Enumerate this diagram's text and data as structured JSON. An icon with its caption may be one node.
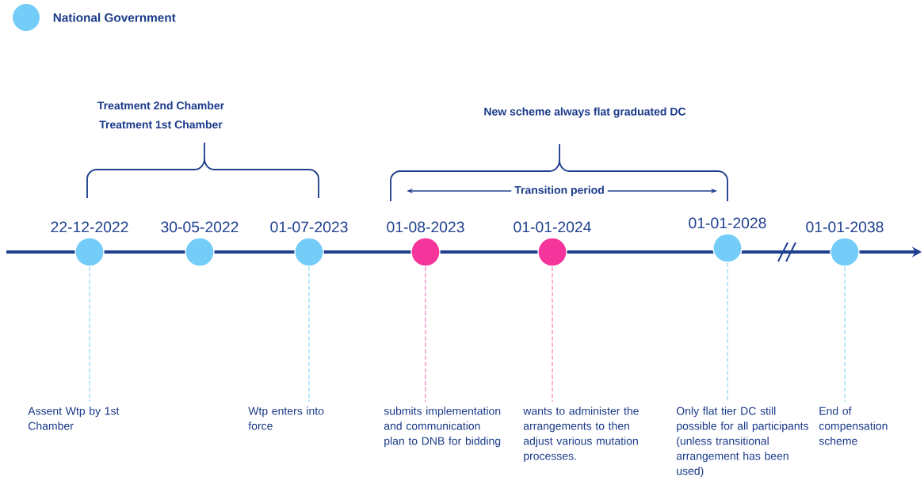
{
  "diagram": {
    "nodes": [
      {
        "text": [
          "22-12-2022"
        ]
      },
      {
        "text": [
          "30-05-2022"
        ]
      },
      {
        "text": [
          "01-07-2023"
        ]
      },
      {
        "text": [
          "01-08-2023"
        ]
      },
      {
        "text": [
          "01-01-2024"
        ]
      },
      {
        "text": [
          "01-01-2028"
        ]
      },
      {
        "text": [
          "01-01-2038"
        ]
      },
      {
        "text": [
          "Assent Wtp by 1st Chamber"
        ]
      },
      {
        "text": [
          "Wtp enters into force"
        ]
      },
      {
        "text": [
          "submits implementation and communication plan to DNB for bidding"
        ]
      },
      {
        "text": [
          "wants to administer the arrangements to then adjust various mutation processes."
        ]
      },
      {
        "text": [
          "Only flat tier DC still possible for all participants (unless transitional arrangement has been used)"
        ]
      },
      {
        "text": [
          "End of compensation scheme"
        ]
      }
    ],
    "edges": [
      {
        "from": 0,
        "to": 7,
        "arrow": "none",
        "style": "dashed"
      },
      {
        "from": 2,
        "to": 8,
        "arrow": "none",
        "style": "dashed"
      },
      {
        "from": 3,
        "to": 9,
        "arrow": "none",
        "style": "dashed",
        "color": "#f5359b"
      },
      {
        "from": 4,
        "to": 10,
        "arrow": "none",
        "style": "dashed",
        "color": "#f5359b"
      },
      {
        "from": 5,
        "to": 11,
        "arrow": "none",
        "style": "dashed"
      },
      {
        "from": 6,
        "to": 12,
        "arrow": "none",
        "style": "dashed"
      }
    ],
    "labels": [
      "Treatment 2nd Chamber",
      "Treatment 1st Chamber",
      "New scheme always flat graduated DC",
      "Transition period"
    ],
    "legend": [
      {
        "text": "National Government",
        "color": "#73cdf8"
      }
    ]
  }
}
